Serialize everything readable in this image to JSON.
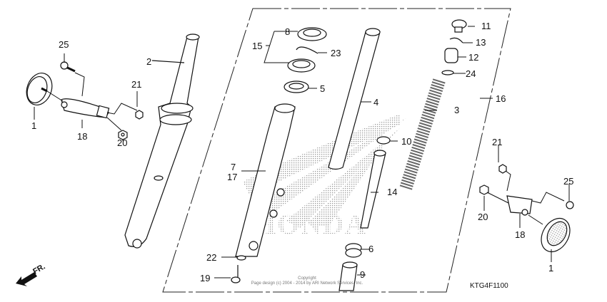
{
  "diagram": {
    "diagram_code": "KTG4F1100",
    "direction_label": "FR.",
    "watermark": "HONDA",
    "copyright": {
      "line1": "Copyright",
      "line2": "Page design (c) 2004 - 2014 by ARI Network Services, Inc."
    },
    "callouts": [
      {
        "id": "c1a",
        "label": "1"
      },
      {
        "id": "c25a",
        "label": "25"
      },
      {
        "id": "c21a",
        "label": "21"
      },
      {
        "id": "c18a",
        "label": "18"
      },
      {
        "id": "c20a",
        "label": "20"
      },
      {
        "id": "c2",
        "label": "2"
      },
      {
        "id": "c8",
        "label": "8"
      },
      {
        "id": "c15",
        "label": "15"
      },
      {
        "id": "c23",
        "label": "23"
      },
      {
        "id": "c5",
        "label": "5"
      },
      {
        "id": "c4",
        "label": "4"
      },
      {
        "id": "c7",
        "label": "7"
      },
      {
        "id": "c17",
        "label": "17"
      },
      {
        "id": "c10",
        "label": "10"
      },
      {
        "id": "c14",
        "label": "14"
      },
      {
        "id": "c6",
        "label": "6"
      },
      {
        "id": "c22",
        "label": "22"
      },
      {
        "id": "c19",
        "label": "19"
      },
      {
        "id": "c9",
        "label": "9"
      },
      {
        "id": "c11",
        "label": "11"
      },
      {
        "id": "c13",
        "label": "13"
      },
      {
        "id": "c12",
        "label": "12"
      },
      {
        "id": "c24",
        "label": "24"
      },
      {
        "id": "c3",
        "label": "3"
      },
      {
        "id": "c16",
        "label": "16"
      },
      {
        "id": "c21b",
        "label": "21"
      },
      {
        "id": "c25b",
        "label": "25"
      },
      {
        "id": "c20b",
        "label": "20"
      },
      {
        "id": "c18b",
        "label": "18"
      },
      {
        "id": "c1b",
        "label": "1"
      }
    ]
  }
}
